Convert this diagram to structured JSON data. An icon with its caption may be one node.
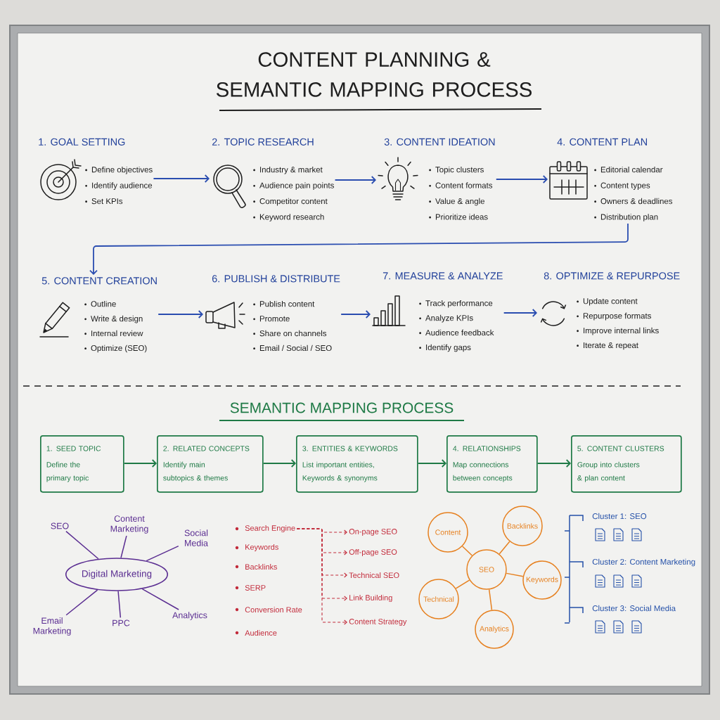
{
  "diagram": {
    "title": "CONTENT PLANNING & SEMANTIC MAPPING PROCESS",
    "nodes": [
      {
        "text": [
          "1. GOAL SETTING",
          "Define objectives",
          "Identify audience",
          "Set KPIs"
        ]
      },
      {
        "text": [
          "2. TOPIC RESEARCH",
          "Industry & market",
          "Audience pain points",
          "Competitor content",
          "Keyword research"
        ]
      },
      {
        "text": [
          "3. CONTENT IDEATION",
          "Topic clusters",
          "Content formats",
          "Value & angle",
          "Prioritize ideas"
        ]
      },
      {
        "text": [
          "4. CONTENT PLAN",
          "Editorial calendar",
          "Content types",
          "Owners & deadlines",
          "Distribution plan"
        ]
      },
      {
        "text": [
          "5. CONTENT CREATION",
          "Outline",
          "Write & design",
          "Internal review",
          "Optimize (SEO)"
        ]
      },
      {
        "text": [
          "6. PUBLISH & DISTRIBUTE",
          "Publish content",
          "Promote",
          "Share on channels",
          "Email / Social / SEO"
        ]
      },
      {
        "text": [
          "7. MEASURE & ANALYZE",
          "Track performance",
          "Analyze KPIs",
          "Audience feedback",
          "Identify gaps"
        ]
      },
      {
        "text": [
          "8. OPTIMIZE & REPURPOSE",
          "Update content",
          "Repurpose formats",
          "Improve internal links",
          "Iterate & repeat"
        ]
      },
      {
        "text": [
          "1. SEED TOPIC",
          "Define the primary topic"
        ]
      },
      {
        "text": [
          "2. RELATED CONCEPTS",
          "Identify main subtopics & themes"
        ]
      },
      {
        "text": [
          "3. ENTITIES & KEYWORDS",
          "List important entities, Keywords & synonyms"
        ]
      },
      {
        "text": [
          "4. RELATIONSHIPS",
          "Map connections between concepts"
        ]
      },
      {
        "text": [
          "5. CONTENT CLUSTERS",
          "Group into clusters & plan content"
        ]
      },
      {
        "text": [
          "Digital Marketing"
        ]
      },
      {
        "text": [
          "SEO"
        ]
      },
      {
        "text": [
          "Content Marketing"
        ]
      },
      {
        "text": [
          "Social Media"
        ]
      },
      {
        "text": [
          "Email Marketing"
        ]
      },
      {
        "text": [
          "PPC"
        ]
      },
      {
        "text": [
          "Analytics"
        ]
      },
      {
        "text": [
          "Search Engine"
        ]
      },
      {
        "text": [
          "On-page SEO"
        ]
      },
      {
        "text": [
          "Off-page SEO"
        ]
      },
      {
        "text": [
          "Technical SEO"
        ]
      },
      {
        "text": [
          "Link Building"
        ]
      },
      {
        "text": [
          "Content Strategy"
        ]
      },
      {
        "text": [
          "SEO"
        ]
      },
      {
        "text": [
          "Content"
        ]
      },
      {
        "text": [
          "Backlinks"
        ]
      },
      {
        "text": [
          "Keywords"
        ]
      },
      {
        "text": [
          "Technical"
        ]
      },
      {
        "text": [
          "Analytics"
        ]
      }
    ],
    "edges": [
      {
        "from": 0,
        "to": 1,
        "arrow": "to"
      },
      {
        "from": 1,
        "to": 2,
        "arrow": "to"
      },
      {
        "from": 2,
        "to": 3,
        "arrow": "to"
      },
      {
        "from": 3,
        "to": 4,
        "arrow": "to"
      },
      {
        "from": 4,
        "to": 5,
        "arrow": "to"
      },
      {
        "from": 5,
        "to": 6,
        "arrow": "to"
      },
      {
        "from": 6,
        "to": 7,
        "arrow": "to"
      },
      {
        "from": 8,
        "to": 9,
        "arrow": "to",
        "color": "#1f7a46"
      },
      {
        "from": 9,
        "to": 10,
        "arrow": "to",
        "color": "#1f7a46"
      },
      {
        "from": 10,
        "to": 11,
        "arrow": "to",
        "color": "#1f7a46"
      },
      {
        "from": 11,
        "to": 12,
        "arrow": "to",
        "color": "#1f7a46"
      },
      {
        "from": 13,
        "to": 14,
        "arrow": "none",
        "color": "#5a2d91"
      },
      {
        "from": 13,
        "to": 15,
        "arrow": "none",
        "color": "#5a2d91"
      },
      {
        "from": 13,
        "to": 16,
        "arrow": "none",
        "color": "#5a2d91"
      },
      {
        "from": 13,
        "to": 17,
        "arrow": "none",
        "color": "#5a2d91"
      },
      {
        "from": 13,
        "to": 18,
        "arrow": "none",
        "color": "#5a2d91"
      },
      {
        "from": 13,
        "to": 19,
        "arrow": "none",
        "color": "#5a2d91"
      },
      {
        "from": 20,
        "to": 21,
        "arrow": "to",
        "style": "dashed",
        "color": "#c22a3a"
      },
      {
        "from": 20,
        "to": 22,
        "arrow": "to",
        "style": "dashed",
        "color": "#c22a3a"
      },
      {
        "from": 20,
        "to": 23,
        "arrow": "to",
        "style": "dashed",
        "color": "#c22a3a"
      },
      {
        "from": 20,
        "to": 24,
        "arrow": "to",
        "style": "dashed",
        "color": "#c22a3a"
      },
      {
        "from": 20,
        "to": 25,
        "arrow": "to",
        "style": "dashed",
        "color": "#c22a3a"
      },
      {
        "from": 26,
        "to": 27,
        "arrow": "none",
        "color": "#e6801f"
      },
      {
        "from": 26,
        "to": 28,
        "arrow": "none",
        "color": "#e6801f"
      },
      {
        "from": 26,
        "to": 29,
        "arrow": "none",
        "color": "#e6801f"
      },
      {
        "from": 26,
        "to": 30,
        "arrow": "none",
        "color": "#e6801f"
      },
      {
        "from": 26,
        "to": 31,
        "arrow": "none",
        "color": "#e6801f"
      }
    ],
    "labels": [
      "SEMANTIC MAPPING PROCESS",
      "Keywords",
      "Backlinks",
      "SERP",
      "Conversion Rate",
      "Audience",
      "Cluster 1: SEO",
      "Cluster 2: Content Marketing",
      "Cluster 3: Social Media"
    ]
  }
}
